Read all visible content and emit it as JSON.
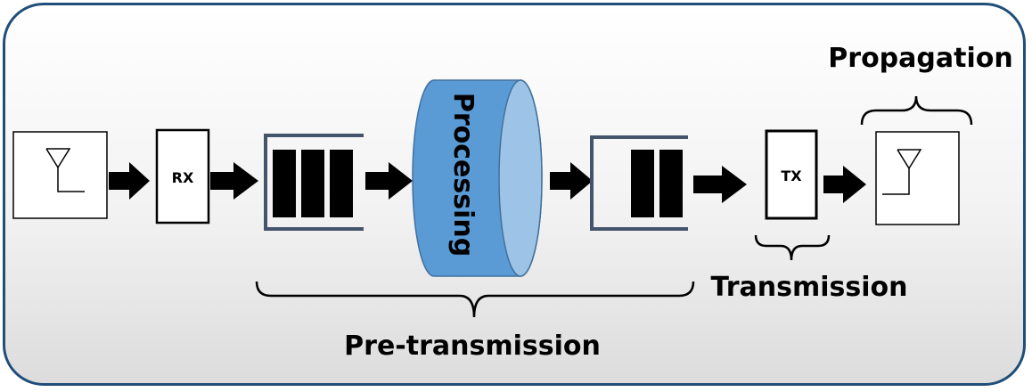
{
  "labels": {
    "rx": "RX",
    "processing": "Processing",
    "tx": "TX",
    "propagation": "Propagation",
    "transmission": "Transmission",
    "pre_transmission": "Pre-transmission"
  },
  "queues": {
    "input_slots": 3,
    "output_slots": 2
  },
  "colors": {
    "frame_border": "#1f4e79",
    "cylinder_fill": "#5b9bd5",
    "cylinder_face": "#9dc3e6",
    "cylinder_stroke": "#41719c"
  }
}
